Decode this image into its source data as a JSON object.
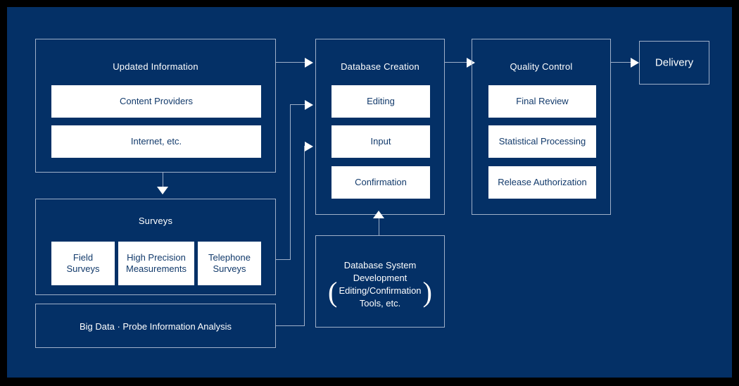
{
  "diagram": {
    "background_color": "#043066",
    "frame_color": "#000000",
    "line_color": "#9fb0c9",
    "arrow_color": "#ffffff",
    "navy_text_color": "#ffffff",
    "white_box_text_color": "#123a6b"
  },
  "groups": {
    "updated_information": {
      "title": "Updated Information",
      "items": [
        "Content Providers",
        "Internet, etc."
      ]
    },
    "surveys": {
      "title": "Surveys",
      "items": [
        "Field\nSurveys",
        "High Precision\nMeasurements",
        "Telephone\nSurveys"
      ]
    },
    "big_data": {
      "title": "Big Data · Probe Information Analysis"
    },
    "database_creation": {
      "title": "Database Creation",
      "items": [
        "Editing",
        "Input",
        "Confirmation"
      ]
    },
    "database_system_development": {
      "line1": "Database System",
      "line2": "Development",
      "line3": "Editing/Confirmation",
      "line4": "Tools, etc.",
      "paren_open": "(",
      "paren_close": ")"
    },
    "quality_control": {
      "title": "Quality Control",
      "items": [
        "Final Review",
        "Statistical Processing",
        "Release Authorization"
      ]
    },
    "delivery": {
      "title": "Delivery"
    }
  }
}
